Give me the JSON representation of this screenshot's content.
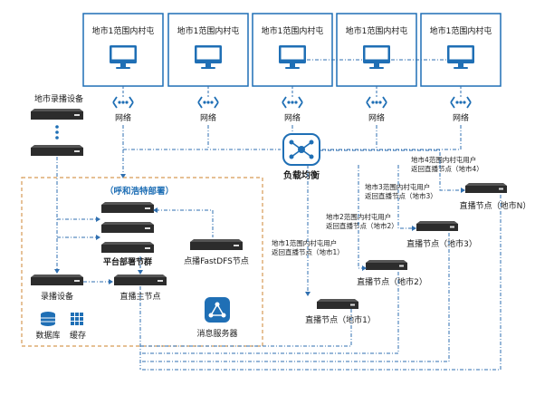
{
  "colors": {
    "blue": "#1f6fb5",
    "line": "#2f6fb0",
    "dashed_region": "#d69a55",
    "server": "#2c2c2c"
  },
  "terminals": {
    "label": "地市1范围内村屯",
    "network_label": "网络",
    "count": 5
  },
  "load_balancer": {
    "label": "负载均衡"
  },
  "city_recorder": {
    "label": "地市录播设备"
  },
  "region": {
    "title": "（呼和浩特部署）"
  },
  "platform": {
    "cluster_label": "平台部署节群",
    "dfs_label": "点播FastDFS节点",
    "recorder_label": "录播设备",
    "main_node_label": "直播主节点",
    "database_label": "数据库",
    "cache_label": "缓存",
    "message_label": "消息服务器"
  },
  "nodes": [
    {
      "label": "直播节点（地市1）",
      "note1": "地市1范围内村屯用户",
      "note2": "返回直播节点（地市1）"
    },
    {
      "label": "直播节点（地市2）",
      "note1": "地市2范围内村屯用户",
      "note2": "返回直播节点（地市2）"
    },
    {
      "label": "直播节点（地市3）",
      "note1": "地市3范围内村屯用户",
      "note2": "返回直播节点（地市3）"
    },
    {
      "label": "直播节点（地市N）",
      "note1": "地市4范围内村屯用户",
      "note2": "返回直播节点（地市4）"
    }
  ]
}
